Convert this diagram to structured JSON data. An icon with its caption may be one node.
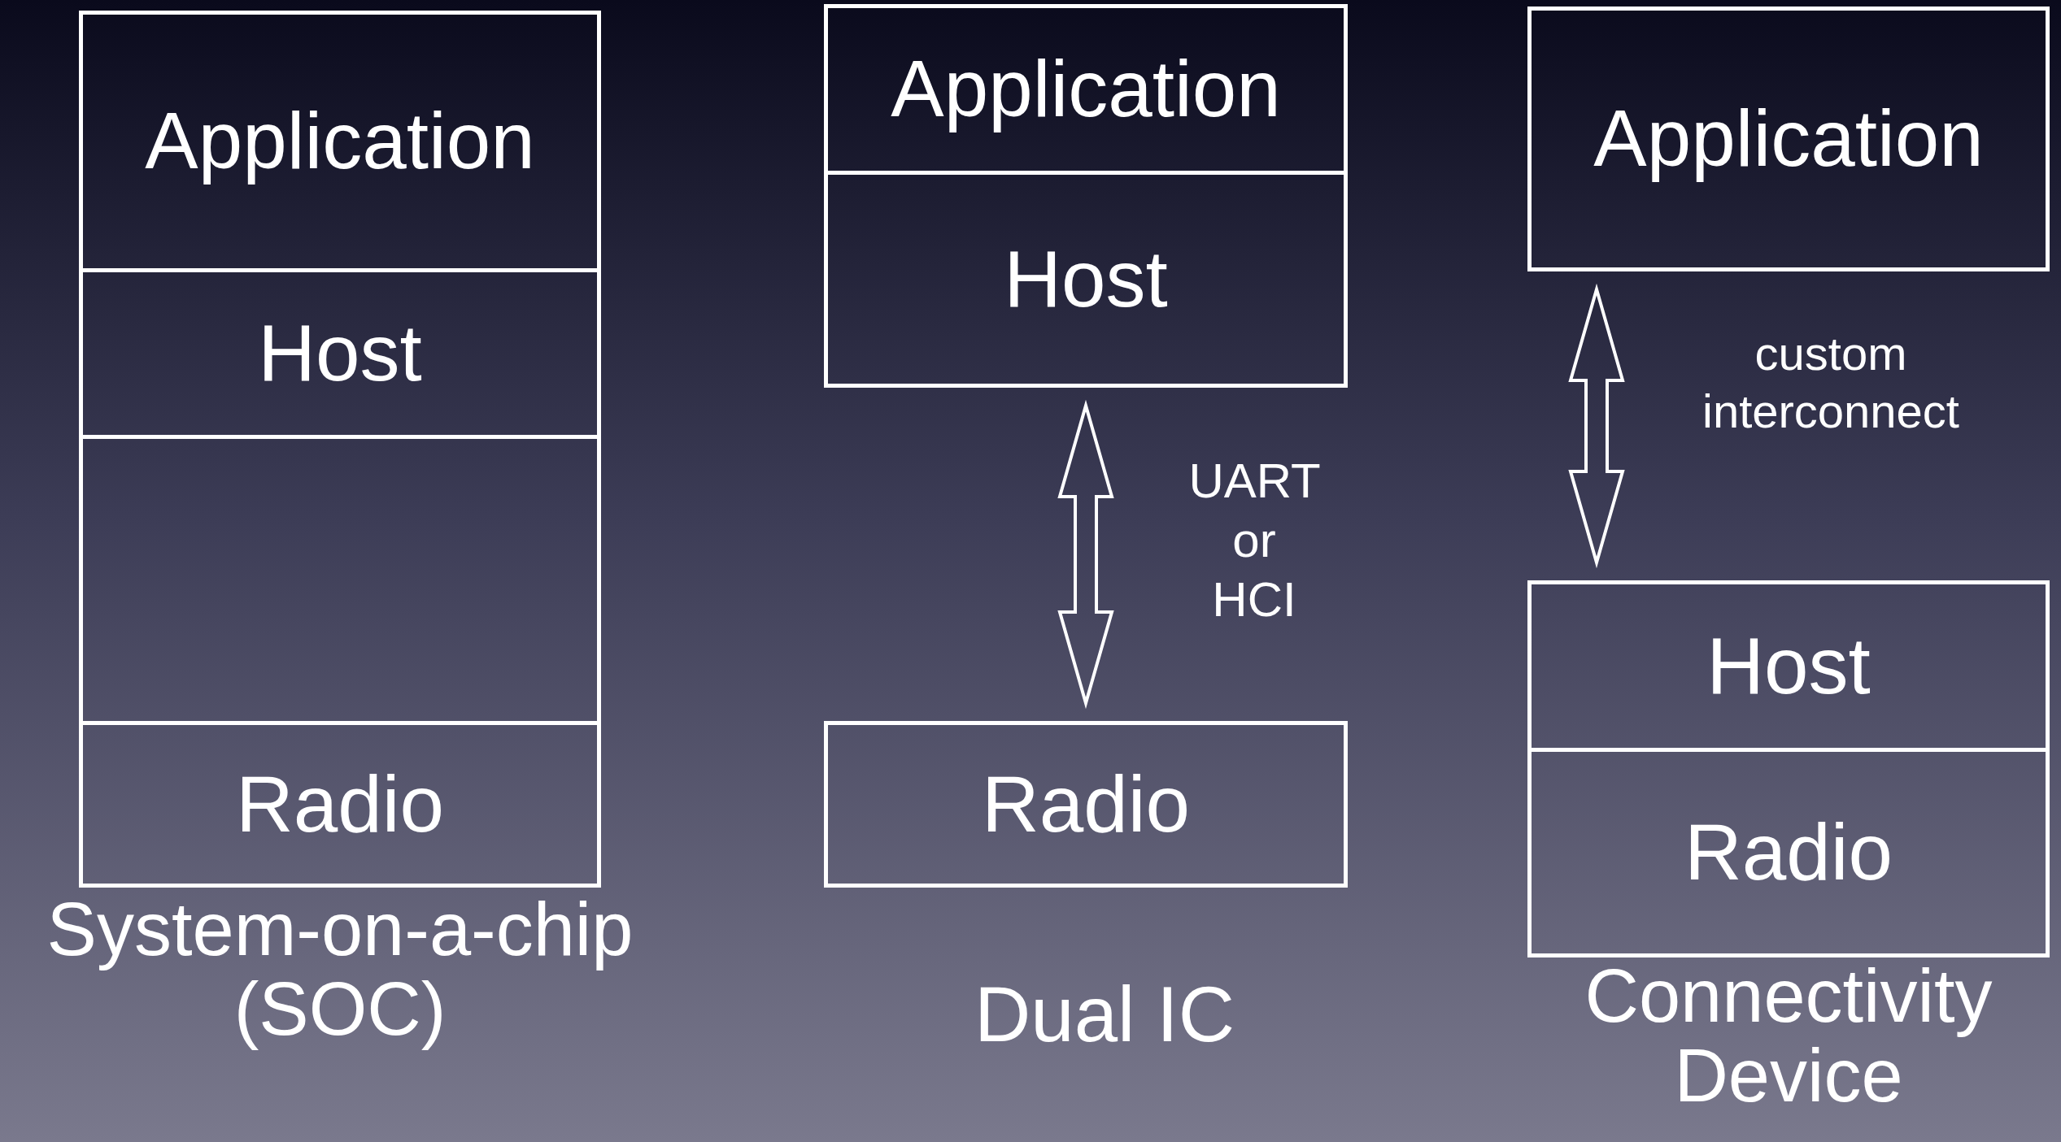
{
  "diagram": {
    "nodes": [
      {
        "text": [
          "System-on-a-chip (SOC)"
        ]
      },
      {
        "text": [
          "Application"
        ],
        "in": 0
      },
      {
        "text": [
          "Host"
        ],
        "in": 0
      },
      {
        "text": [
          "Radio"
        ],
        "in": 0
      },
      {
        "text": [
          "Application"
        ]
      },
      {
        "text": [
          "Host"
        ]
      },
      {
        "text": [
          "Radio"
        ]
      },
      {
        "text": [
          "Application"
        ]
      },
      {
        "text": [
          "Connectivity Device"
        ]
      },
      {
        "text": [
          "Host"
        ],
        "in": 8
      },
      {
        "text": [
          "Radio"
        ],
        "in": 8
      }
    ],
    "edges": [
      {
        "from": 5,
        "to": 6,
        "arrow": "both",
        "label": "UART or HCI"
      },
      {
        "from": 7,
        "to": 8,
        "arrow": "both",
        "label": "custom interconnect"
      }
    ],
    "labels": [
      "Dual IC"
    ]
  }
}
